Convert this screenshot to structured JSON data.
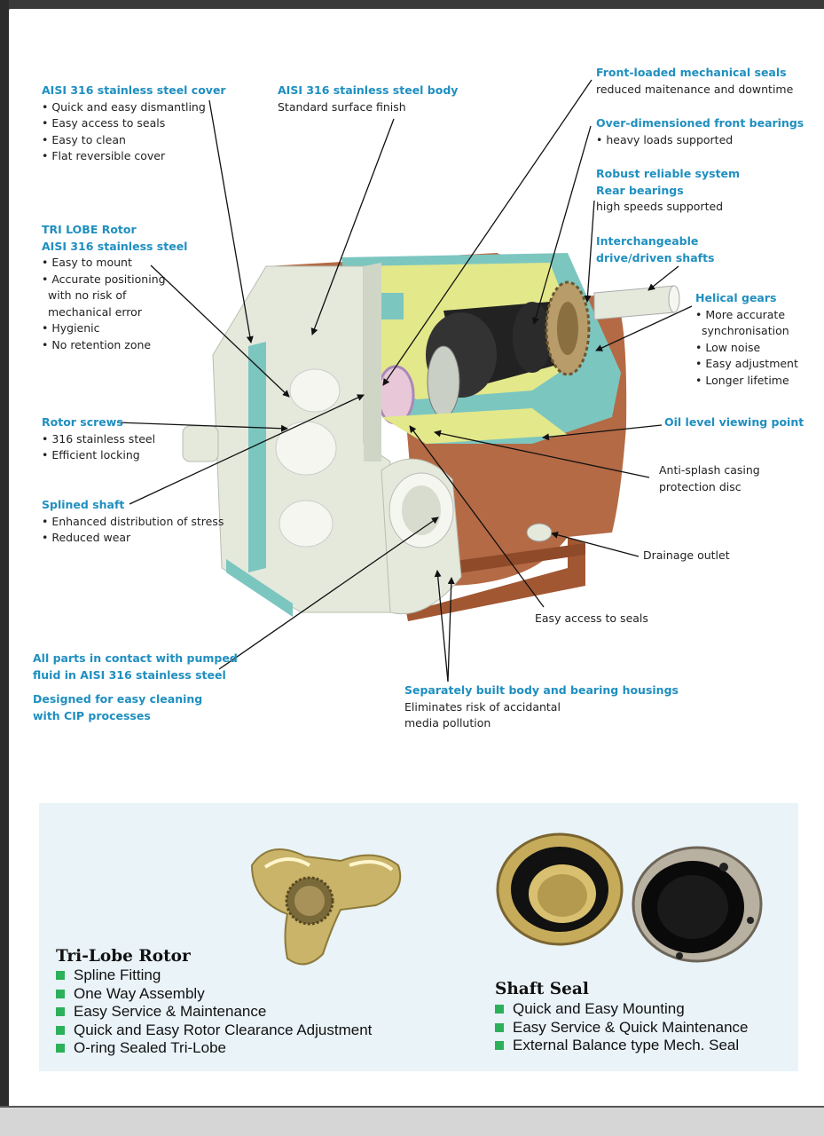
{
  "callouts": {
    "cover": {
      "title": "AISI 316 stainless steel cover",
      "items": [
        "• Quick and easy dismantling",
        "• Easy access to seals",
        "• Easy to clean",
        "• Flat reversible cover"
      ]
    },
    "body": {
      "title": "AISI 316 stainless steel body",
      "items": [
        "Standard surface finish"
      ]
    },
    "rotor": {
      "title1": "TRI LOBE Rotor",
      "title2": "AISI 316 stainless steel",
      "items": [
        "• Easy to mount",
        "• Accurate positioning",
        "with no risk of",
        "mechanical error",
        "• Hygienic",
        "• No retention zone"
      ]
    },
    "rotor_screws": {
      "title": "Rotor screws",
      "items": [
        "• 316 stainless steel",
        "• Efficient locking"
      ]
    },
    "splined_shaft": {
      "title": "Splined shaft",
      "items": [
        "• Enhanced distribution of stress",
        "• Reduced wear"
      ]
    },
    "contact_parts": {
      "title1": "All parts in contact with pumped",
      "title2": "fluid in AISI 316 stainless steel"
    },
    "cip": {
      "title1": "Designed for easy cleaning",
      "title2": "with CIP processes"
    },
    "front_seals": {
      "title": "Front-loaded mechanical seals",
      "items": [
        "reduced maitenance and downtime"
      ]
    },
    "front_bearings": {
      "title": "Over-dimensioned front bearings",
      "items": [
        "• heavy loads supported"
      ]
    },
    "rear_bearings": {
      "title1": "Robust reliable system",
      "title2": "Rear bearings",
      "items": [
        "high speeds supported"
      ]
    },
    "shafts": {
      "title1": "Interchangeable",
      "title2": "drive/driven shafts"
    },
    "gears": {
      "title": "Helical gears",
      "items": [
        "• More accurate",
        "synchronisation",
        "• Low noise",
        "• Easy adjustment",
        "• Longer lifetime"
      ]
    },
    "oil": {
      "title": "Oil level viewing point"
    },
    "anti_splash": {
      "items": [
        "Anti-splash casing",
        "protection disc"
      ]
    },
    "drainage": {
      "items": [
        "Drainage outlet"
      ]
    },
    "easy_access": {
      "items": [
        "Easy access to seals"
      ]
    },
    "housings": {
      "title": "Separately built body and bearing housings",
      "items": [
        "Eliminates risk of accidantal",
        "media pollution"
      ]
    }
  },
  "tri_lobe": {
    "title": "Tri-Lobe Rotor",
    "items": [
      "Spline Fitting",
      "One Way Assembly",
      "Easy Service & Maintenance",
      "Quick and Easy Rotor Clearance Adjustment",
      "O-ring Sealed Tri-Lobe"
    ]
  },
  "shaft_seal": {
    "title": "Shaft Seal",
    "items": [
      "Quick and Easy Mounting",
      "Easy Service & Quick Maintenance",
      "External Balance type Mech. Seal"
    ]
  },
  "colors": {
    "heading_blue": "#1f8fc0",
    "bullet_green": "#2db05a",
    "panel_bg": "#e9f3f8",
    "housing_copper": "#b46a45",
    "body_white": "#e4e9dc",
    "cutaway_cyan": "#8fd0cc",
    "cutaway_yellow": "#e3e88a"
  }
}
